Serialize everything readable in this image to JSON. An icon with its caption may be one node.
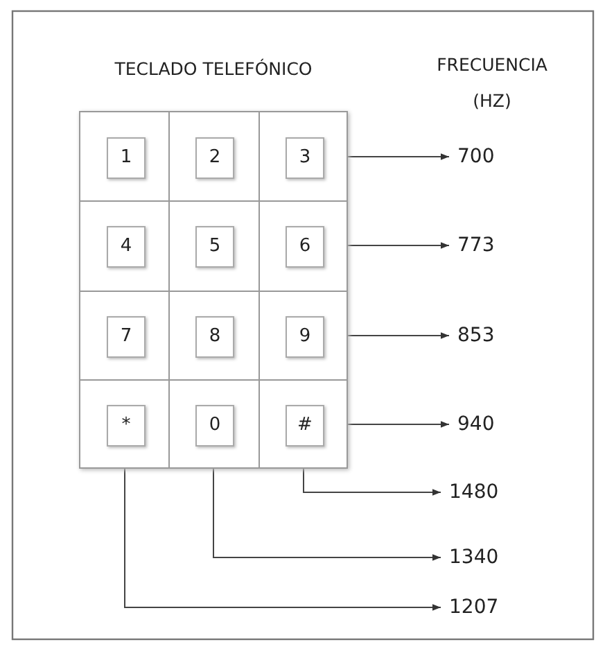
{
  "diagram": {
    "nodes": [
      {
        "text": [
          "TECLADO TELEFÓNICO"
        ]
      },
      {
        "text": [
          "1"
        ],
        "in": 0
      },
      {
        "text": [
          "2"
        ],
        "in": 0
      },
      {
        "text": [
          "3"
        ],
        "in": 0
      },
      {
        "text": [
          "4"
        ],
        "in": 0
      },
      {
        "text": [
          "5"
        ],
        "in": 0
      },
      {
        "text": [
          "6"
        ],
        "in": 0
      },
      {
        "text": [
          "7"
        ],
        "in": 0
      },
      {
        "text": [
          "8"
        ],
        "in": 0
      },
      {
        "text": [
          "9"
        ],
        "in": 0
      },
      {
        "text": [
          "*"
        ],
        "in": 0
      },
      {
        "text": [
          "0"
        ],
        "in": 0
      },
      {
        "text": [
          "#"
        ],
        "in": 0
      },
      {
        "text": [
          "700"
        ]
      },
      {
        "text": [
          "773"
        ]
      },
      {
        "text": [
          "853"
        ]
      },
      {
        "text": [
          "940"
        ]
      },
      {
        "text": [
          "1480"
        ]
      },
      {
        "text": [
          "1340"
        ]
      },
      {
        "text": [
          "1207"
        ]
      }
    ],
    "edges": [
      {
        "from": 0,
        "to": 13,
        "arrow": "to"
      },
      {
        "from": 0,
        "to": 14,
        "arrow": "to"
      },
      {
        "from": 0,
        "to": 15,
        "arrow": "to"
      },
      {
        "from": 0,
        "to": 16,
        "arrow": "to"
      },
      {
        "from": 0,
        "to": 17,
        "arrow": "to"
      },
      {
        "from": 0,
        "to": 18,
        "arrow": "to"
      },
      {
        "from": 0,
        "to": 19,
        "arrow": "to"
      }
    ],
    "labels": [
      "FRECUENCIA (HZ)"
    ]
  }
}
